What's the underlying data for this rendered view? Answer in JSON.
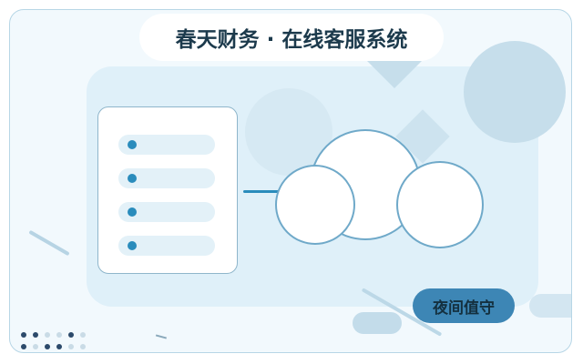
{
  "header": {
    "title": "春天财务 · 在线客服系统"
  },
  "status": {
    "badge_label": "夜间值守"
  },
  "list_card": {
    "row_count": 4
  },
  "colors": {
    "accent": "#2a8cbc",
    "badge": "#3d86b5",
    "panel": "#dff0f9",
    "frame_border": "#b7d6e6",
    "title_text": "#1c3a4c"
  },
  "icons": {
    "list_bullet": "bullet-dot-icon",
    "cloud": "cloud-icon",
    "connector": "connector-line-icon"
  }
}
